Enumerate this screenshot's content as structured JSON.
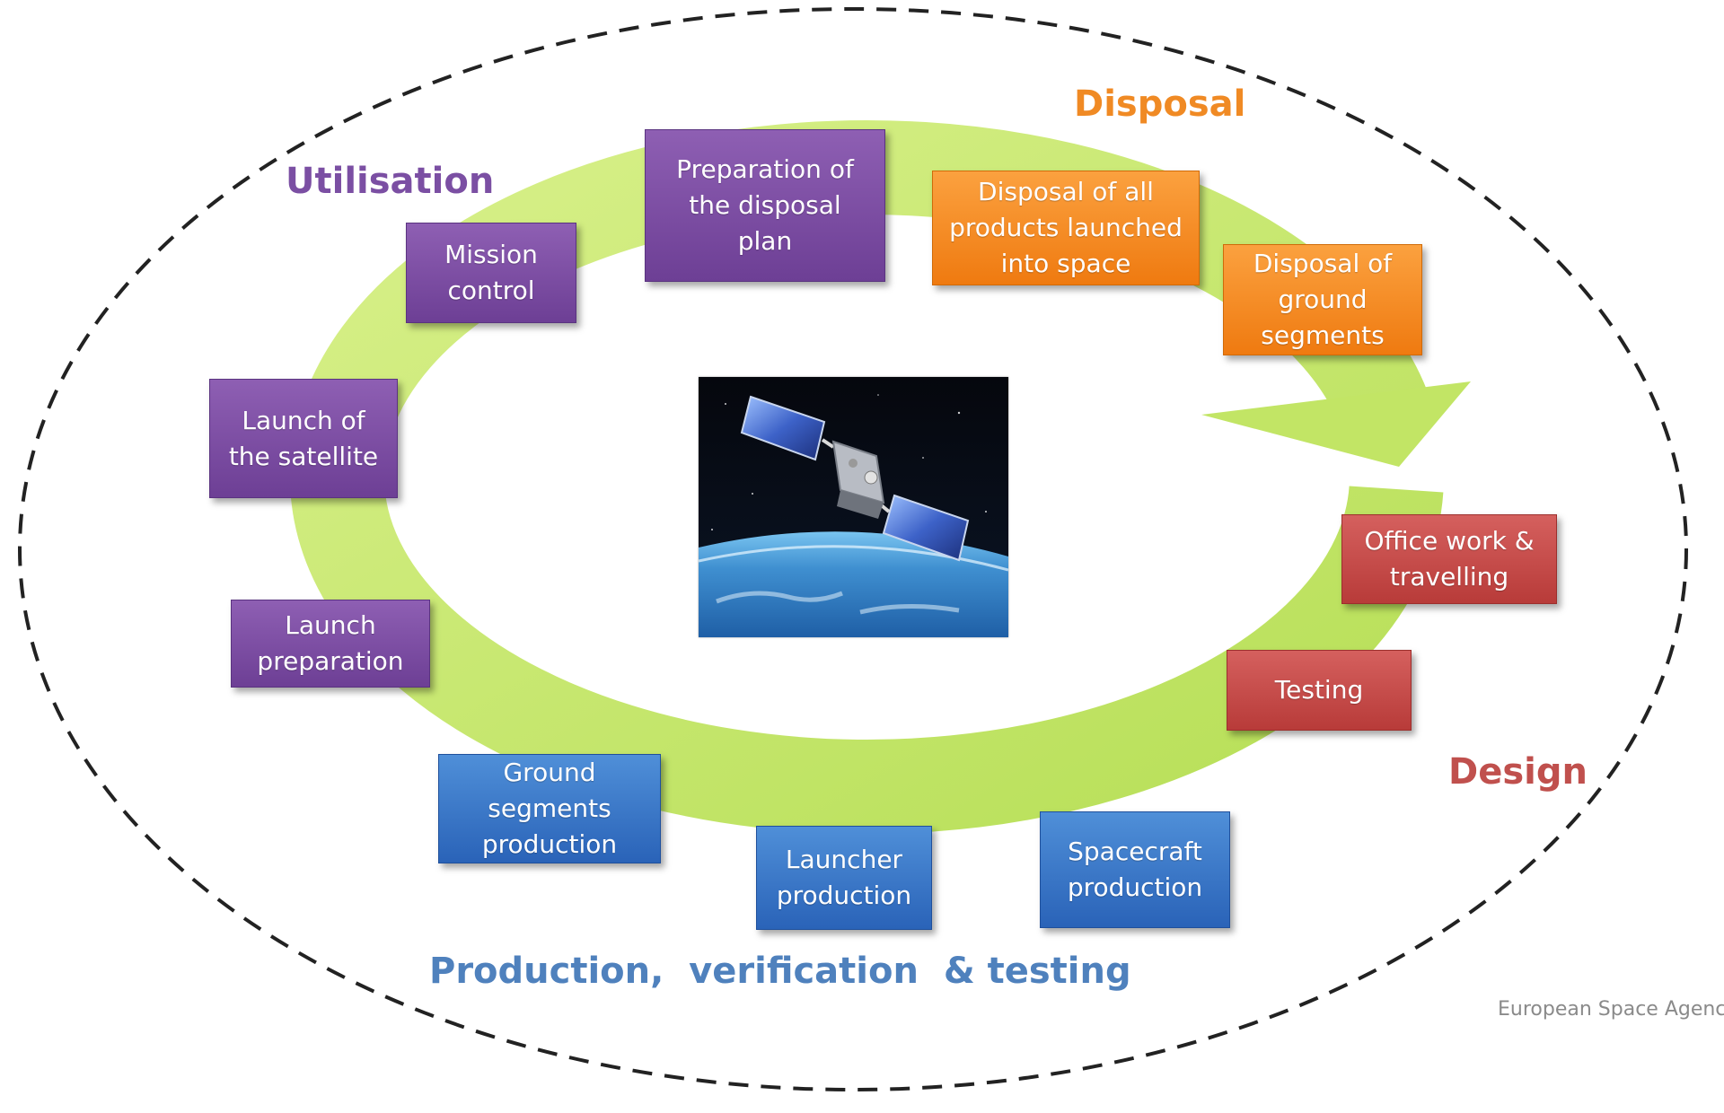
{
  "phases": {
    "utilisation": "Utilisation",
    "disposal": "Disposal",
    "design": "Design",
    "production": "Production,  verification  & testing"
  },
  "boxes": {
    "mission_control": [
      "Mission",
      "control"
    ],
    "preparation_disposal_plan": [
      "Preparation of",
      "the disposal",
      "plan"
    ],
    "disposal_products_space": [
      "Disposal of all",
      "products launched",
      "into space"
    ],
    "disposal_ground_segments": [
      "Disposal of",
      "ground",
      "segments"
    ],
    "launch_satellite": [
      "Launch  of",
      "the satellite"
    ],
    "launch_preparation": [
      "Launch",
      "preparation"
    ],
    "office_work": [
      "Office work &",
      "travelling"
    ],
    "testing": [
      "Testing"
    ],
    "ground_segments_production": [
      "Ground",
      "segments",
      "production"
    ],
    "launcher_production": [
      "Launcher",
      "production"
    ],
    "spacecraft_production": [
      "Spacecraft",
      "production"
    ]
  },
  "credit": "European Space Agency",
  "colors": {
    "utilisation": "#7b4fa3",
    "disposal": "#f08a24",
    "design": "#c0504d",
    "production": "#3d7cc9",
    "cycle_arrow": "#c5e86c",
    "production_label": "#4f81bd"
  },
  "image": "satellite-orbiting-earth"
}
